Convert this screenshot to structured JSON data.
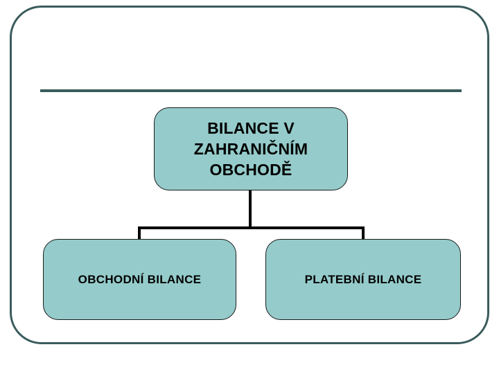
{
  "slide": {
    "title": "",
    "frame_color": "#3A5B5B",
    "rule_color": "#3A5B5B",
    "background": "#ffffff"
  },
  "diagram": {
    "type": "hierarchy",
    "node_fill": "#95CBCB",
    "node_border": "#1a1a1a",
    "connector_color": "#000000",
    "root": {
      "label": "BILANCE V\nZAHRANIČNÍM\nOBCHODĚ"
    },
    "children": [
      {
        "label": "OBCHODNÍ BILANCE"
      },
      {
        "label": "PLATEBNÍ BILANCE"
      }
    ]
  }
}
